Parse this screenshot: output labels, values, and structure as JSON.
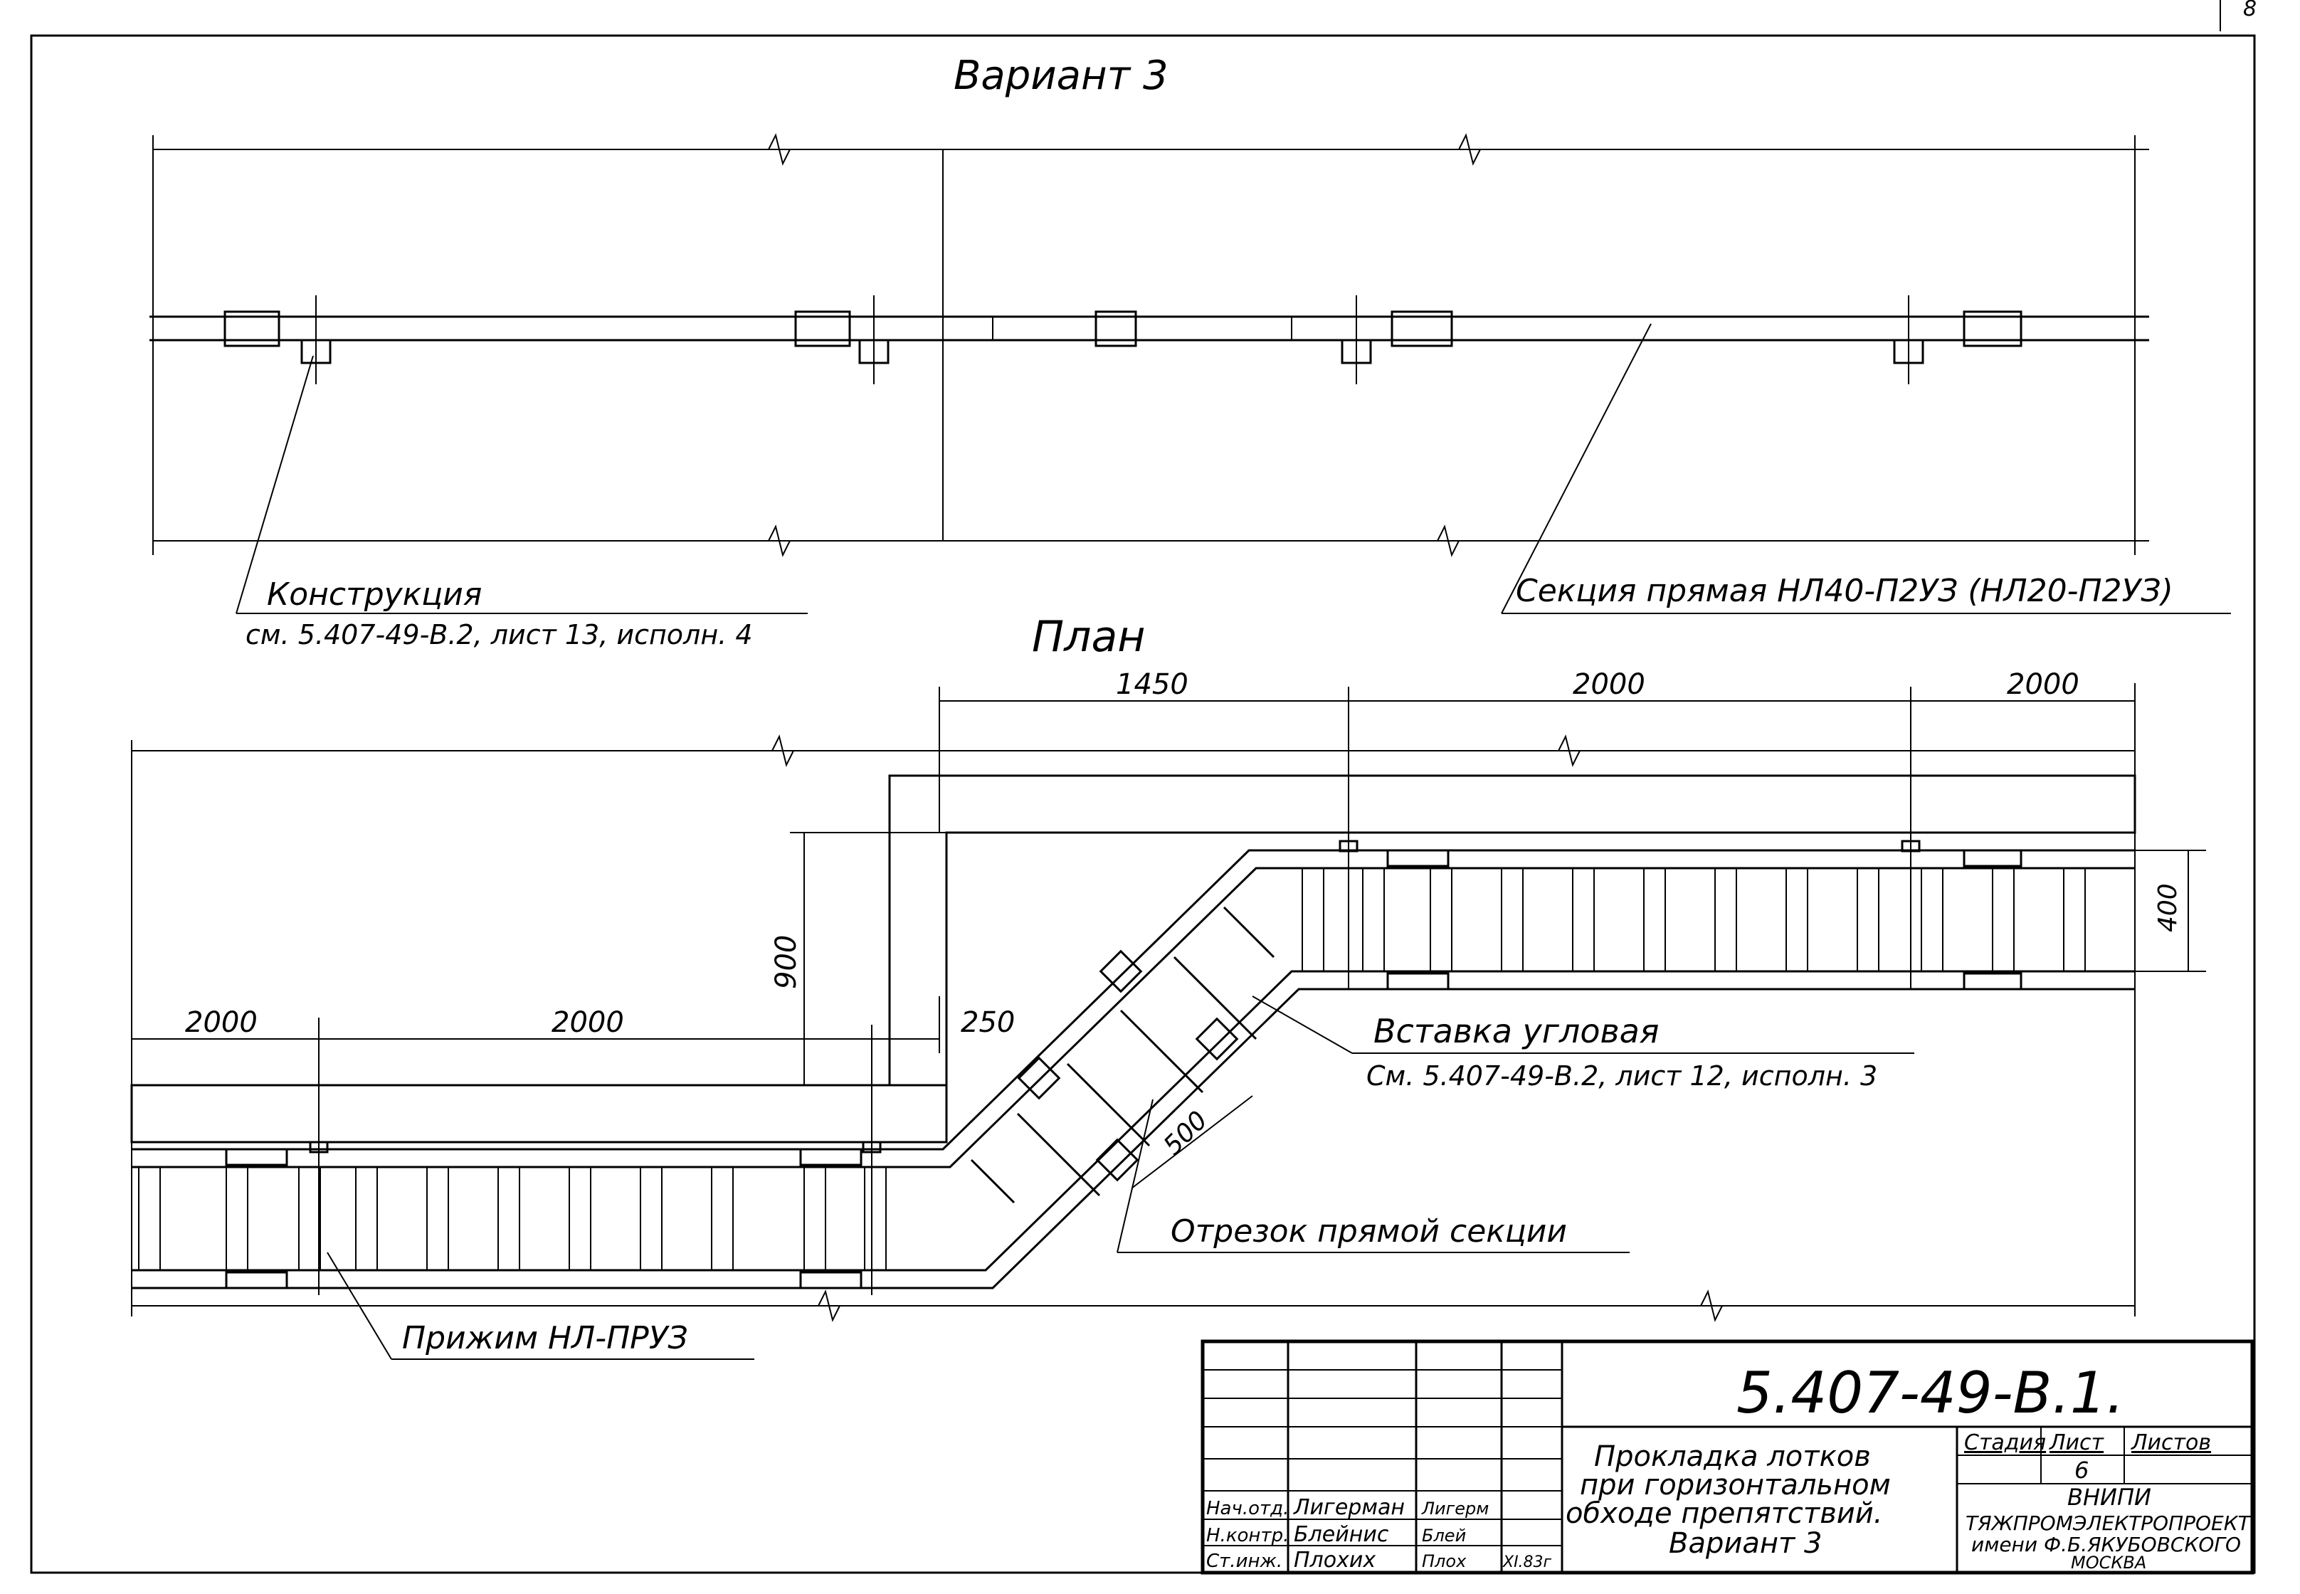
{
  "drawing": {
    "variant_title": "Вариант 3",
    "plan_title": "План"
  },
  "callouts": {
    "construction_label": "Конструкция",
    "construction_ref": "см. 5.407-49-В.2, лист 13, исполн. 4",
    "straight_section_label": "Секция прямая НЛ40-П2УЗ (НЛ20-П2УЗ)",
    "corner_insert_label": "Вставка угловая",
    "corner_insert_ref": "См. 5.407-49-В.2, лист 12, исполн. 3",
    "cut_section_label": "Отрезок прямой секции",
    "clamp_label": "Прижим НЛ-ПРУЗ"
  },
  "dimensions": {
    "top_1450": "1450",
    "top_2000_a": "2000",
    "top_2000_b": "2000",
    "left_2000_a": "2000",
    "left_2000_b": "2000",
    "gap_250": "250",
    "height_900": "900",
    "width_400": "400",
    "diag_500": "500"
  },
  "title_block": {
    "doc_number": "5.407-49-В.1.",
    "title_line1": "Прокладка лотков",
    "title_line2": "при горизонтальном",
    "title_line3": "обходе препятствий.",
    "title_line4": "Вариант 3",
    "stage_header": "Стадия",
    "sheet_header": "Лист",
    "sheets_header": "Листов",
    "sheet_value": "6",
    "org_line1": "ВНИПИ",
    "org_line2": "ТЯЖПРОМЭЛЕКТРОПРОЕКТ",
    "org_line3": "имени Ф.Б.ЯКУБОВСКОГО",
    "org_line4": "МОСКВА",
    "signatures": [
      {
        "role": "Нач.отд.",
        "name": "Лигерман",
        "sign": "Лигерм",
        "date": ""
      },
      {
        "role": "Н.контр.",
        "name": "Блейнис",
        "sign": "Блей",
        "date": ""
      },
      {
        "role": "Ст.инж.",
        "name": "Плохих",
        "sign": "Плох",
        "date": "XI.83г"
      }
    ]
  },
  "corner_mark": "8"
}
